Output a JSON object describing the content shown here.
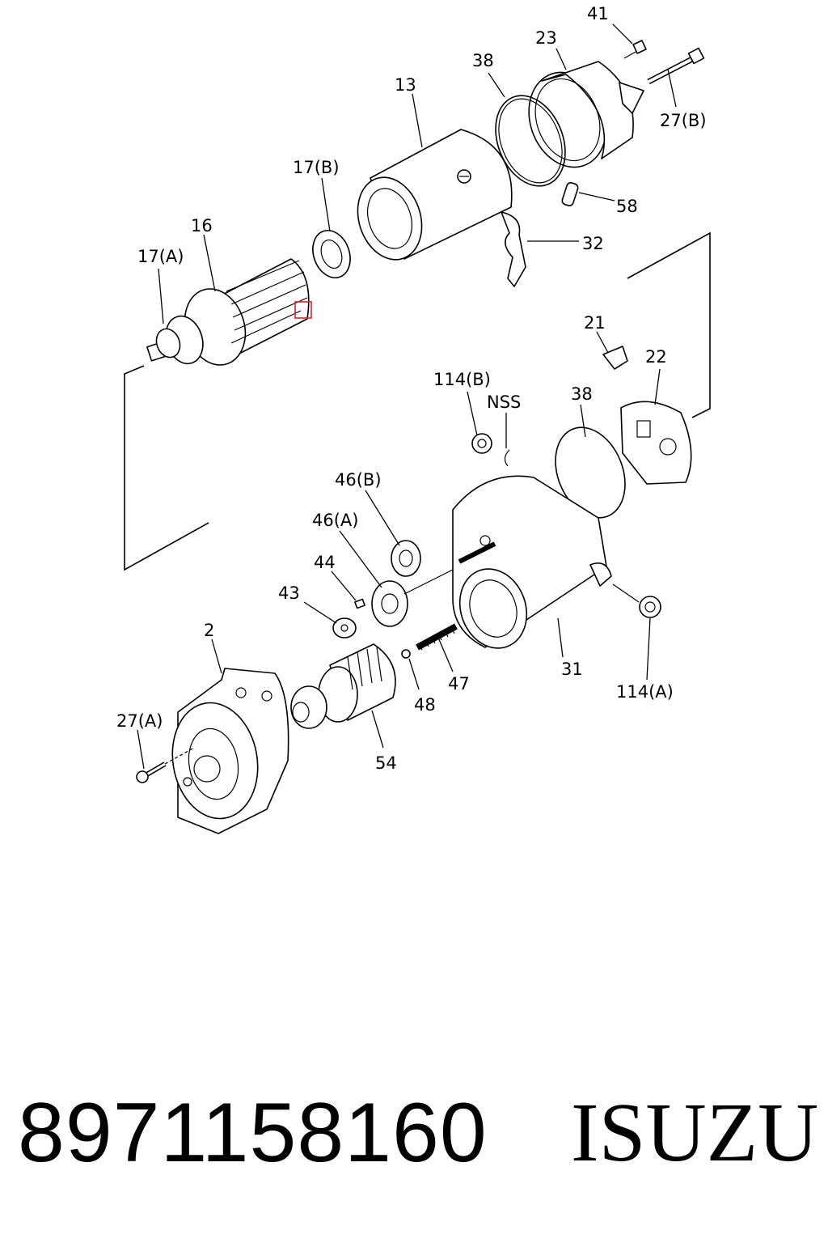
{
  "footer": {
    "part_number": "8971158160",
    "brand": "ISUZU"
  },
  "callouts": {
    "c41": "41",
    "c23": "23",
    "c38a": "38",
    "c13": "13",
    "c27b": "27(B)",
    "c17b": "17(B)",
    "c58": "58",
    "c16": "16",
    "c32": "32",
    "c17a": "17(A)",
    "c21": "21",
    "c22": "22",
    "c114b": "114(B)",
    "cnss": "NSS",
    "c38b": "38",
    "c46b": "46(B)",
    "c46a": "46(A)",
    "c44": "44",
    "c43": "43",
    "c2": "2",
    "c47": "47",
    "c31": "31",
    "c114a": "114(A)",
    "c48": "48",
    "c27a": "27(A)",
    "c54": "54"
  },
  "colors": {
    "line": "#000000",
    "highlight": "#e0202a",
    "background": "#ffffff"
  }
}
